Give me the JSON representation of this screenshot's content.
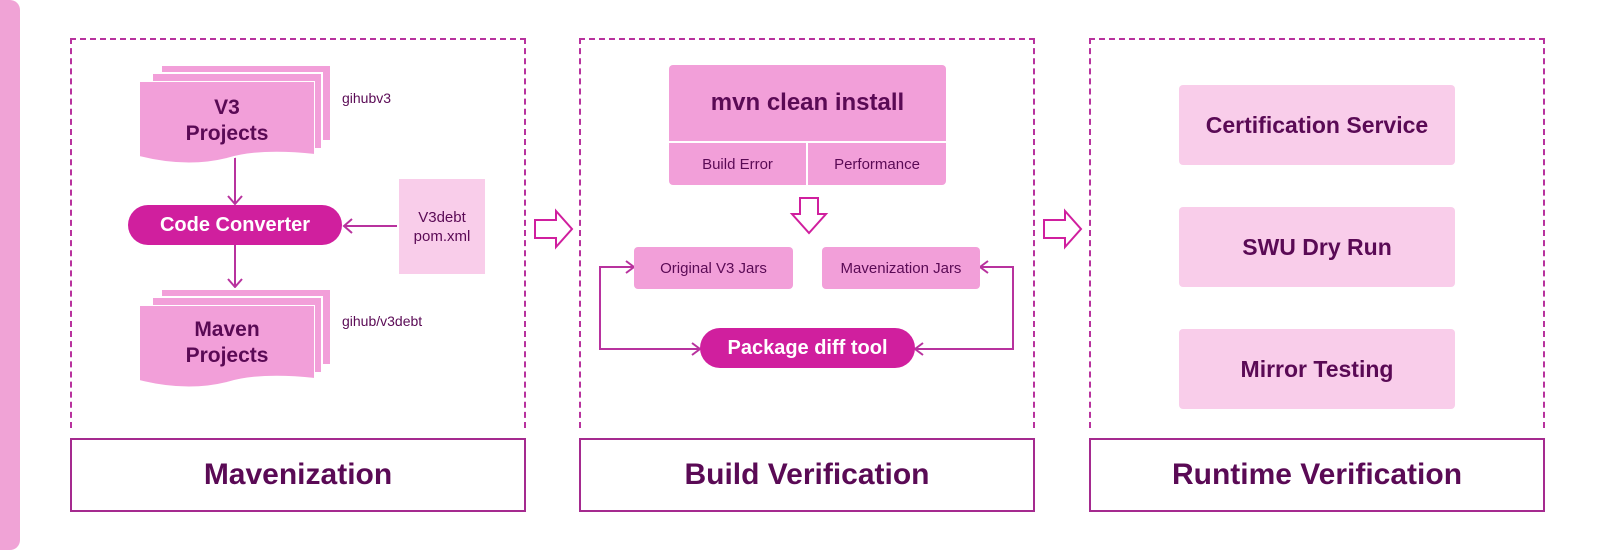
{
  "panels": {
    "mavenization": {
      "title": "Mavenization",
      "v3_projects": {
        "line1": "V3",
        "line2": "Projects"
      },
      "v3_repo": "gihubv3",
      "code_converter": "Code Converter",
      "config_box": {
        "line1": "V3debt",
        "line2": "pom.xml"
      },
      "maven_projects": {
        "line1": "Maven",
        "line2": "Projects"
      },
      "maven_repo": "gihub/v3debt"
    },
    "build_verification": {
      "title": "Build Verification",
      "mvn_command": "mvn clean install",
      "build_error": "Build Error",
      "performance": "Performance",
      "original_jars": "Original V3 Jars",
      "mavenization_jars": "Mavenization Jars",
      "diff_tool": "Package diff tool"
    },
    "runtime_verification": {
      "title": "Runtime Verification",
      "items": [
        "Certification Service",
        "SWU Dry Run",
        "Mirror Testing"
      ]
    }
  },
  "colors": {
    "accent": "#d01f9e",
    "light_pink": "#f29fd9",
    "pale_pink": "#f9cdea",
    "border": "#b8329e",
    "text": "#5a0a55"
  }
}
